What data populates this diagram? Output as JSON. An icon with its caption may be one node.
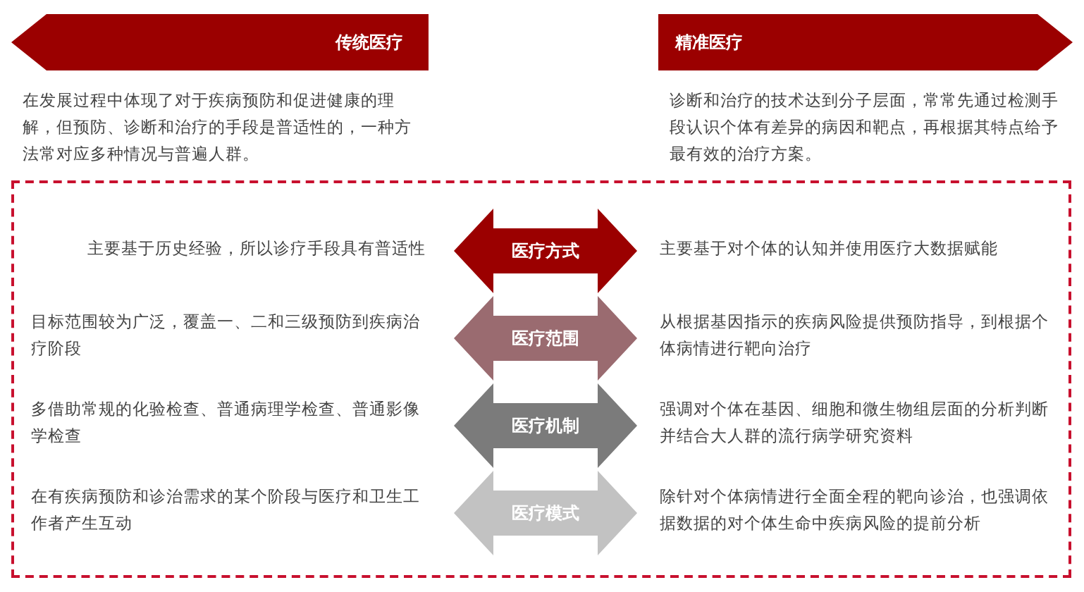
{
  "diagram": {
    "nodes": [
      {
        "text": [
          "传统医疗",
          "在发展过程中体现了对于疾病预防和促进健康的理解，但预防、诊断和治疗的手段是普适性的，一种方法常对应多种情况与普遍人群。"
        ]
      },
      {
        "text": [
          "精准医疗",
          "诊断和治疗的技术达到分子层面，常常先通过检测手段认识个体有差异的病因和靶点，再根据其特点给予最有效的治疗方案。"
        ]
      },
      {
        "text": [],
        "shape": "box"
      },
      {
        "text": [
          "医疗方式"
        ],
        "in": 2
      },
      {
        "text": [
          "医疗范围"
        ],
        "in": 2
      },
      {
        "text": [
          "医疗机制"
        ],
        "in": 2
      },
      {
        "text": [
          "医疗模式"
        ],
        "in": 2
      }
    ],
    "labels": [
      "主要基于历史经验，所以诊疗手段具有普适性",
      "主要基于对个体的认知并使用医疗大数据赋能",
      "目标范围较为广泛，覆盖一、二和三级预防到疾病治疗阶段",
      "从根据基因指示的疾病风险提供预防指导，到根据个体病情进行靶向治疗",
      "多借助常规的化验检查、普通病理学检查、普通影像学检查",
      "强调对个体在基因、细胞和微生物组层面的分析判断并结合大人群的流行病学研究资料",
      "在有疾病预防和诊治需求的某个阶段与医疗和卫生工作者产生互动",
      "除针对个体病情进行全面全程的靶向诊治，也强调依据数据的对个体生命中疾病风险的提前分析"
    ]
  }
}
